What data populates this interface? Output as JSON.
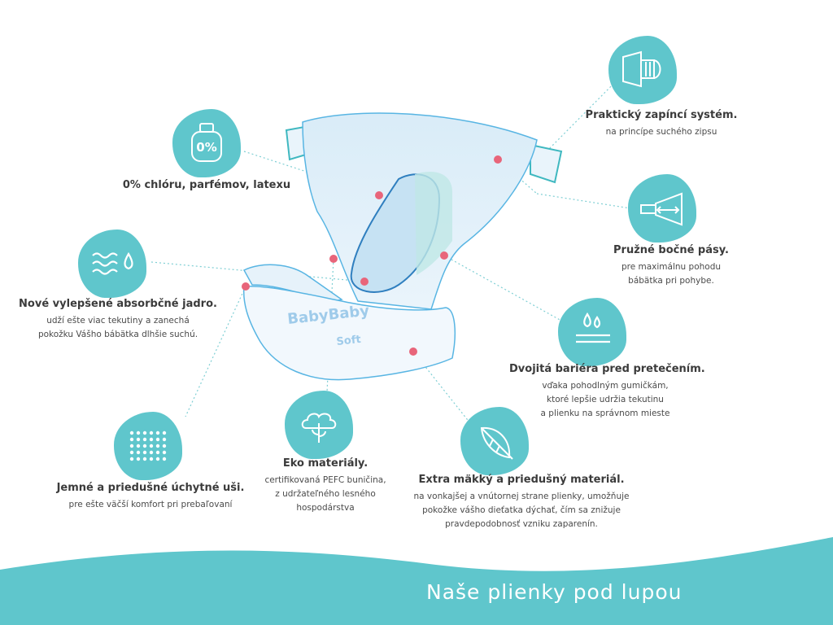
{
  "colors": {
    "accent": "#5fc6cc",
    "text": "#3b3b3b",
    "dot": "#e8657a",
    "footer": "#5fc6cc"
  },
  "brand": {
    "line1": "BabyBaby",
    "line2": "Soft"
  },
  "features": [
    {
      "id": "chlorine",
      "icon": "perfume-bottle-icon",
      "icon_text": "0%",
      "title": "0% chlóru, parfémov, latexu",
      "desc": []
    },
    {
      "id": "fastening",
      "icon": "velcro-tab-icon",
      "title": "Praktický zapíncí systém.",
      "desc": [
        "na princípe suchého zipsu"
      ]
    },
    {
      "id": "elastic",
      "icon": "stretch-band-icon",
      "title": "Pružné bočné pásy.",
      "desc": [
        "pre maximálnu pohodu",
        "bábätka pri pohybe."
      ]
    },
    {
      "id": "core",
      "icon": "water-waves-icon",
      "title": "Nové vylepšené absorbčné jadro.",
      "desc": [
        "udží ešte viac tekutiny a zanechá",
        "pokožku Vášho bábätka dlhšie suchú."
      ]
    },
    {
      "id": "barrier",
      "icon": "drops-barrier-icon",
      "title": "Dvojitá bariéra pred pretečením.",
      "desc": [
        "vďaka pohodlným gumičkám,",
        "ktoré lepšie udržia tekutinu",
        "a plienku na správnom mieste"
      ]
    },
    {
      "id": "ears",
      "icon": "dot-grid-icon",
      "title": "Jemné a priedušné úchytné uši.",
      "desc": [
        "pre ešte väčší komfort pri prebaľovaní"
      ]
    },
    {
      "id": "eco",
      "icon": "cotton-plant-icon",
      "title": "Eko materiály.",
      "desc": [
        "certifikovaná PEFC buničina,",
        "z udržateľného lesného",
        "hospodárstva"
      ]
    },
    {
      "id": "soft",
      "icon": "feather-icon",
      "title": "Extra mäkký a priedušný materiál.",
      "desc": [
        "na vonkajšej a vnútornej strane plienky, umožňuje",
        "pokožke vášho dieťatka dýchať, čím sa znižuje",
        "pravdepodobnosť vzniku zaparenín."
      ]
    }
  ],
  "footer": {
    "title": "Naše plienky pod lupou"
  }
}
